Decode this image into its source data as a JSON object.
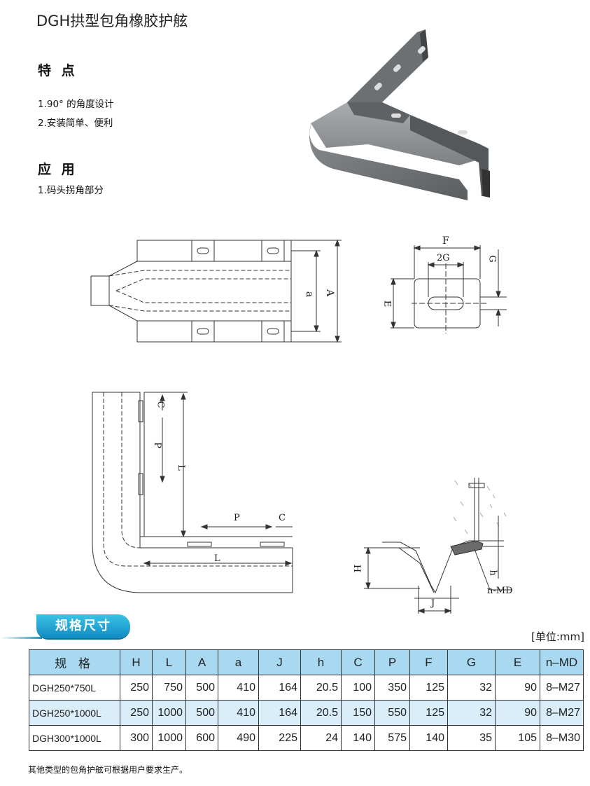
{
  "title": "DGH拱型包角橡胶护舷",
  "features": {
    "heading": "特 点",
    "items": [
      "1.90° 的角度设计",
      "2.安装简单、便利"
    ]
  },
  "application": {
    "heading": "应 用",
    "items": [
      "1.码头拐角部分"
    ]
  },
  "drawings": {
    "front_labels": {
      "a": "a",
      "A": "A"
    },
    "bolt_labels": {
      "F": "F",
      "G2": "2G",
      "G": "G",
      "E": "E"
    },
    "plan_labels": {
      "C": "C",
      "P": "P",
      "L": "L"
    },
    "section_labels": {
      "H": "H",
      "h": "h",
      "J": "J",
      "nMD": "n-MD"
    }
  },
  "spec": {
    "heading": "规格尺寸",
    "unit": "[单位:mm]",
    "columns": [
      "规 格",
      "H",
      "L",
      "A",
      "a",
      "J",
      "h",
      "C",
      "P",
      "F",
      "G",
      "E",
      "n–MD"
    ],
    "rows": [
      [
        "DGH250*750L",
        "250",
        "750",
        "500",
        "410",
        "164",
        "20.5",
        "100",
        "350",
        "125",
        "32",
        "90",
        "8–M27"
      ],
      [
        "DGH250*1000L",
        "250",
        "1000",
        "500",
        "410",
        "164",
        "20.5",
        "150",
        "550",
        "125",
        "32",
        "90",
        "8–M27"
      ],
      [
        "DGH300*1000L",
        "300",
        "1000",
        "600",
        "490",
        "225",
        "24",
        "140",
        "575",
        "140",
        "35",
        "105",
        "8–M30"
      ]
    ]
  },
  "footnote": "其他类型的包角护舷可根据用户要求生产。",
  "colors": {
    "accent": "#1a95bb",
    "header_bg": "#a8d9f0",
    "alt_row": "#d9eef8"
  }
}
